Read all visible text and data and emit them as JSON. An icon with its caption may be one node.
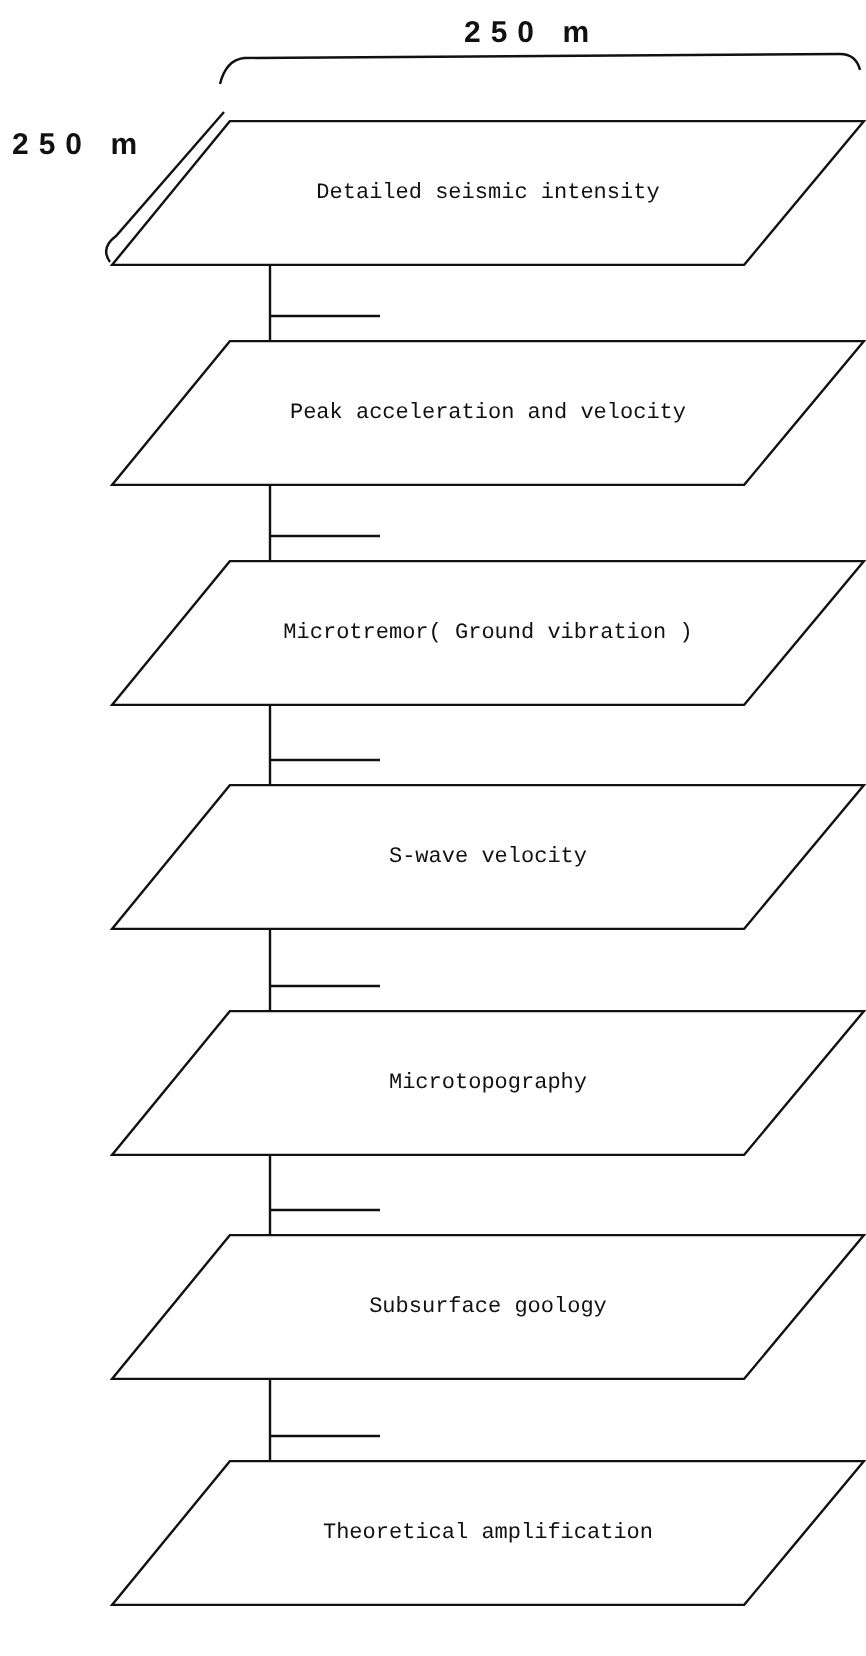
{
  "diagram": {
    "nodes": [
      {
        "text": [
          "Detailed seismic intensity"
        ]
      },
      {
        "text": [
          "Peak acceleration and velocity"
        ]
      },
      {
        "text": [
          "Microtremor( Ground vibration )"
        ]
      },
      {
        "text": [
          "S-wave velocity"
        ]
      },
      {
        "text": [
          "Microtopography"
        ]
      },
      {
        "text": [
          "Subsurface goology"
        ]
      },
      {
        "text": [
          "Theoretical amplification"
        ]
      }
    ],
    "edges": [
      {
        "from": 0,
        "to": 1,
        "arrow": "none"
      },
      {
        "from": 1,
        "to": 2,
        "arrow": "none"
      },
      {
        "from": 2,
        "to": 3,
        "arrow": "none"
      },
      {
        "from": 3,
        "to": 4,
        "arrow": "none"
      },
      {
        "from": 4,
        "to": 5,
        "arrow": "none"
      },
      {
        "from": 5,
        "to": 6,
        "arrow": "none"
      }
    ],
    "labels": [
      "250 m",
      "250 m"
    ]
  }
}
